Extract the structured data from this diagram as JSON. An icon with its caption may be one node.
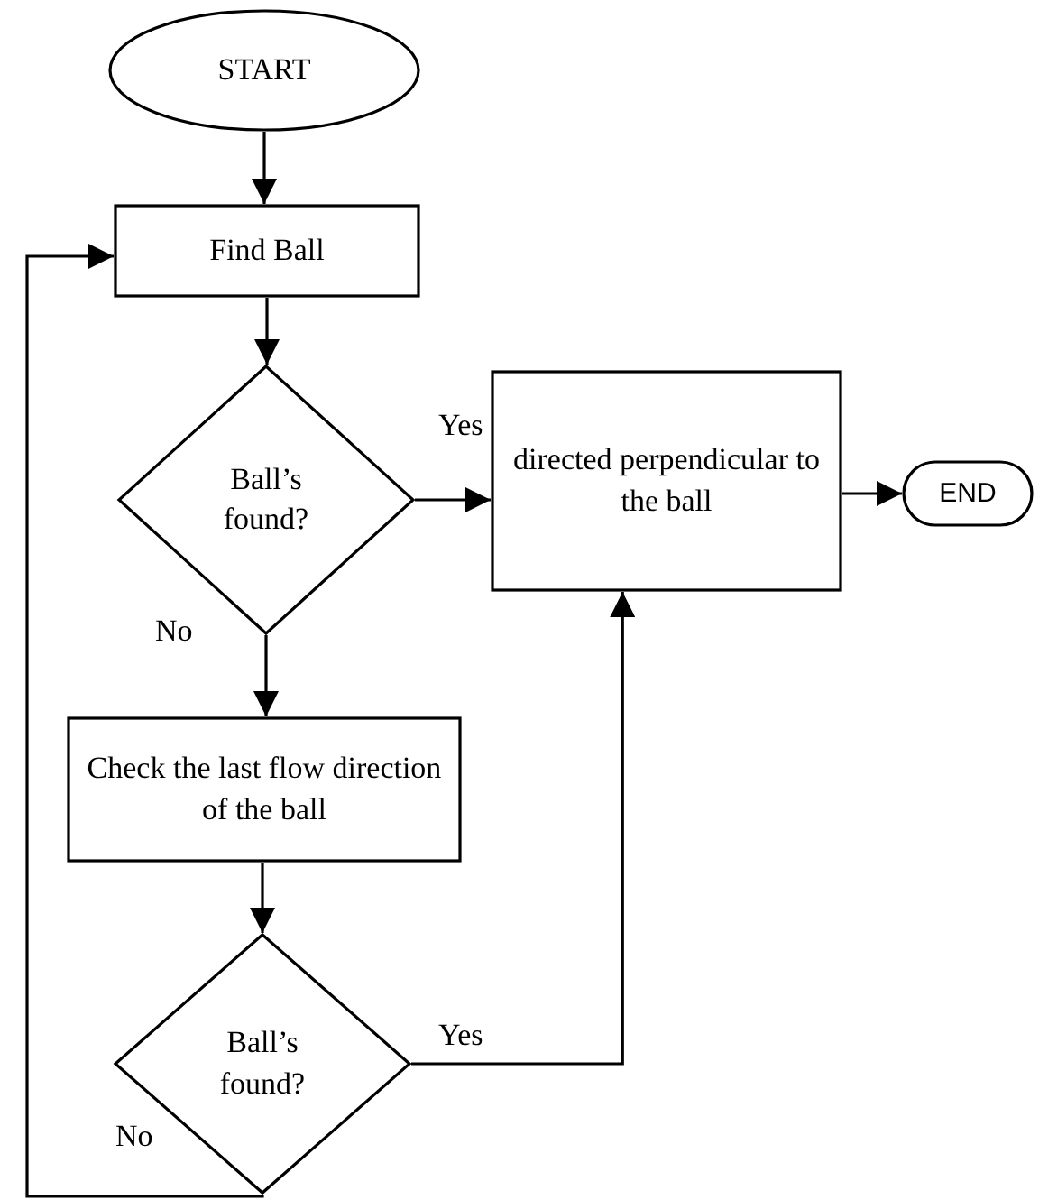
{
  "diagram": {
    "nodes": [
      {
        "text": [
          "START"
        ]
      },
      {
        "text": [
          "Find Ball"
        ]
      },
      {
        "text": [
          "Ball’s found?"
        ]
      },
      {
        "text": [
          "directed perpendicular to the ball"
        ]
      },
      {
        "text": [
          "END"
        ]
      },
      {
        "text": [
          "Check the last flow direction of the ball"
        ]
      },
      {
        "text": [
          "Ball’s found?"
        ]
      }
    ],
    "edges": [
      {
        "from": 0,
        "to": 1,
        "arrow": "to"
      },
      {
        "from": 1,
        "to": 2,
        "arrow": "to"
      },
      {
        "from": 2,
        "to": 3,
        "arrow": "to",
        "label": "Yes"
      },
      {
        "from": 3,
        "to": 4,
        "arrow": "to"
      },
      {
        "from": 2,
        "to": 5,
        "arrow": "to",
        "label": "No"
      },
      {
        "from": 5,
        "to": 6,
        "arrow": "to"
      },
      {
        "from": 6,
        "to": 3,
        "arrow": "to",
        "label": "Yes"
      },
      {
        "from": 6,
        "to": 1,
        "arrow": "to",
        "label": "No"
      }
    ]
  }
}
